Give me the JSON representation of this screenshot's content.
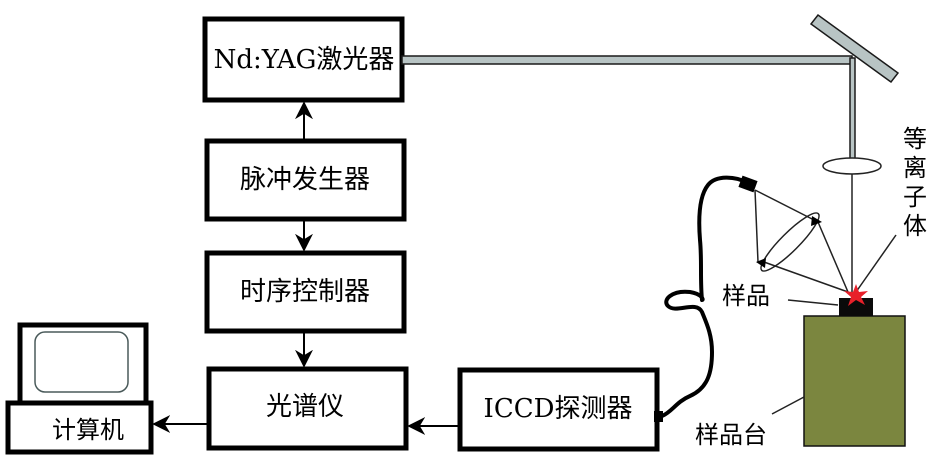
{
  "diagram": {
    "title": "LIBS experimental setup",
    "blocks": {
      "laser": "Nd:YAG激光器",
      "pulse_generator": "脉冲发生器",
      "timing_controller": "时序控制器",
      "spectrometer": "光谱仪",
      "iccd": "ICCD探测器",
      "computer": "计算机"
    },
    "labels": {
      "plasma": [
        "等",
        "离",
        "子",
        "体"
      ],
      "sample": "样品",
      "sample_stage": "样品台"
    },
    "colors": {
      "beam_fill": "#b8c4c4",
      "stage_fill": "#7b863f",
      "plasma_spark": "#e8202a",
      "sample_fill": "#0a0a0a"
    }
  }
}
